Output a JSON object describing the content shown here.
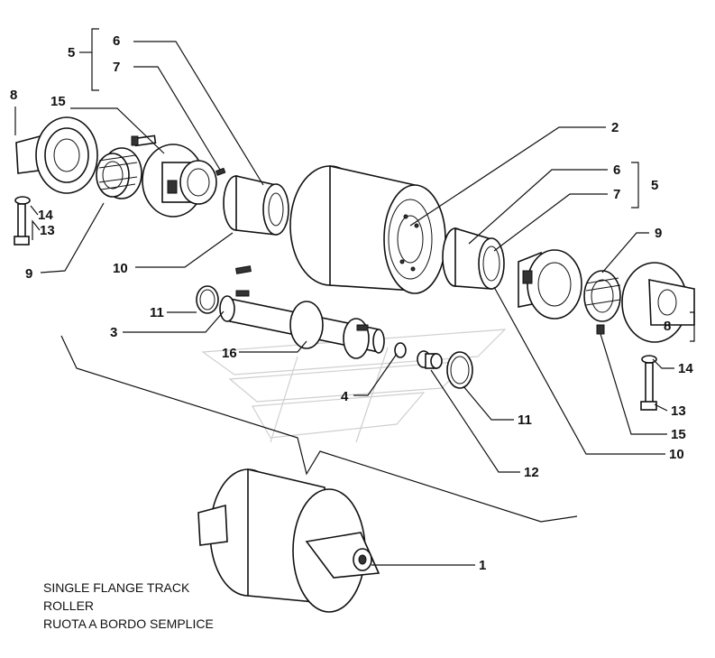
{
  "caption": {
    "line1": "SINGLE FLANGE TRACK",
    "line2": "ROLLER",
    "line3": "RUOTA A BORDO SEMPLICE"
  },
  "callouts": [
    {
      "id": "c5-left",
      "label": "5"
    },
    {
      "id": "c6-left",
      "label": "6"
    },
    {
      "id": "c7-left",
      "label": "7"
    },
    {
      "id": "c8-left",
      "label": "8"
    },
    {
      "id": "c15-left",
      "label": "15"
    },
    {
      "id": "c14-left",
      "label": "14"
    },
    {
      "id": "c13-left",
      "label": "13"
    },
    {
      "id": "c9-left",
      "label": "9"
    },
    {
      "id": "c10-left",
      "label": "10"
    },
    {
      "id": "c11-left",
      "label": "11"
    },
    {
      "id": "c3",
      "label": "3"
    },
    {
      "id": "c16",
      "label": "16"
    },
    {
      "id": "c4",
      "label": "4"
    },
    {
      "id": "c2",
      "label": "2"
    },
    {
      "id": "c6-right",
      "label": "6"
    },
    {
      "id": "c5-right",
      "label": "5"
    },
    {
      "id": "c7-right",
      "label": "7"
    },
    {
      "id": "c9-right",
      "label": "9"
    },
    {
      "id": "c8-right",
      "label": "8"
    },
    {
      "id": "c14-right",
      "label": "14"
    },
    {
      "id": "c13-right",
      "label": "13"
    },
    {
      "id": "c15-right",
      "label": "15"
    },
    {
      "id": "c10-right",
      "label": "10"
    },
    {
      "id": "c11-right",
      "label": "11"
    },
    {
      "id": "c12",
      "label": "12"
    },
    {
      "id": "c1",
      "label": "1"
    }
  ]
}
